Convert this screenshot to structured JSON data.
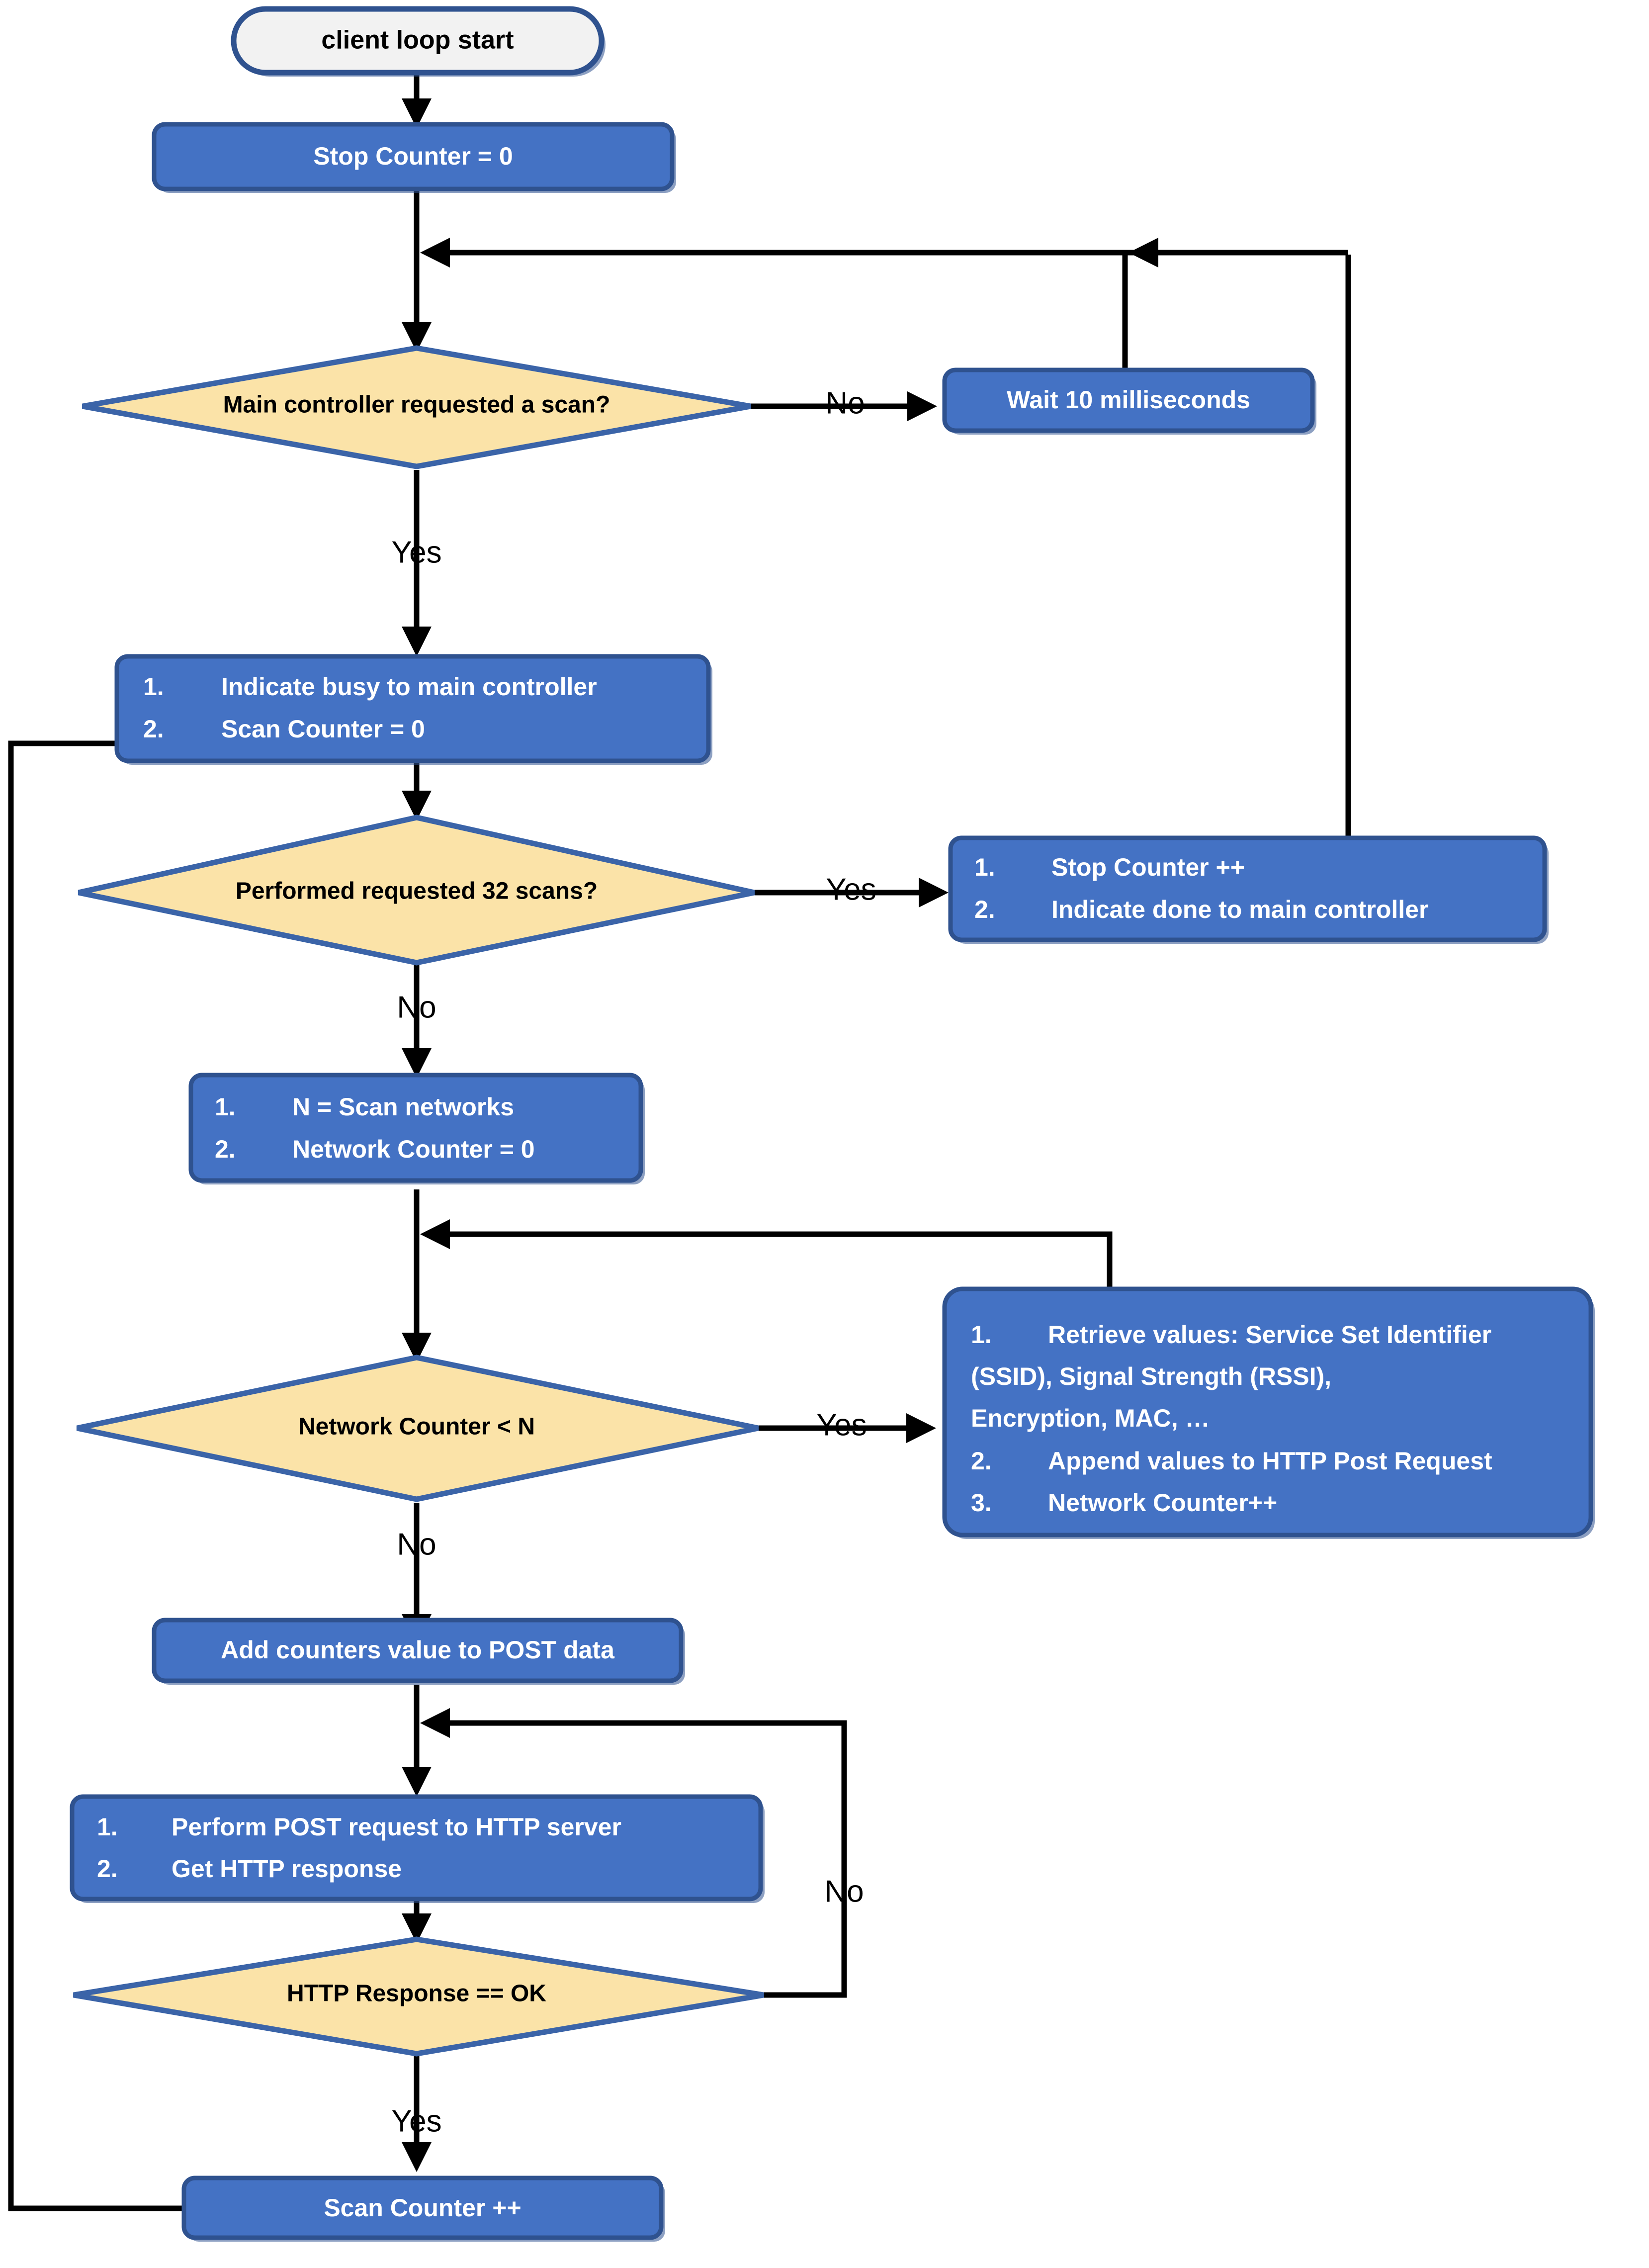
{
  "diagram": {
    "title": "client loop flowchart",
    "colors": {
      "process_fill": "#4472C4",
      "process_border": "#2F528F",
      "decision_fill": "#FBE3A8",
      "decision_border": "#3B64A8",
      "terminator_fill": "#F2F2F2",
      "terminator_border": "#2F528F",
      "connector": "#000000",
      "process_text": "#FFFFFF",
      "decision_text": "#000000"
    }
  },
  "nodes": {
    "start": {
      "type": "terminator",
      "label": "client loop start"
    },
    "stop_counter_init": {
      "type": "process",
      "label": "Stop Counter = 0"
    },
    "decision_scan_requested": {
      "type": "decision",
      "label": "Main controller requested a scan?"
    },
    "wait": {
      "type": "process",
      "label": "Wait 10 milliseconds"
    },
    "indicate_busy": {
      "type": "process",
      "items": [
        {
          "num": "1.",
          "text": "Indicate busy to main controller"
        },
        {
          "num": "2.",
          "text": "Scan Counter = 0"
        }
      ]
    },
    "decision_32_scans": {
      "type": "decision",
      "label": "Performed requested 32 scans?"
    },
    "stop_counter_inc": {
      "type": "process",
      "items": [
        {
          "num": "1.",
          "text": "Stop Counter ++"
        },
        {
          "num": "2.",
          "text": "Indicate done to main controller"
        }
      ]
    },
    "scan_networks": {
      "type": "process",
      "items": [
        {
          "num": "1.",
          "text": "N = Scan networks"
        },
        {
          "num": "2.",
          "text": "Network Counter = 0"
        }
      ]
    },
    "decision_network_counter": {
      "type": "decision",
      "label": "Network Counter < N"
    },
    "retrieve_values": {
      "type": "process",
      "items": [
        {
          "num": "1.",
          "lines": [
            "Retrieve values: Service  Set Identifier",
            "(SSID), Signal Strength (RSSI),",
            "Encryption, MAC, …"
          ]
        },
        {
          "num": "2.",
          "lines": [
            "Append values to HTTP Post Request"
          ]
        },
        {
          "num": "3.",
          "lines": [
            "Network Counter++"
          ]
        }
      ]
    },
    "add_counters": {
      "type": "process",
      "label": "Add counters value to POST data"
    },
    "post_request": {
      "type": "process",
      "items": [
        {
          "num": "1.",
          "text": "Perform POST request to HTTP server"
        },
        {
          "num": "2.",
          "text": "Get HTTP response"
        }
      ]
    },
    "decision_http_ok": {
      "type": "decision",
      "label": "HTTP Response == OK"
    },
    "scan_counter_inc": {
      "type": "process",
      "label": "Scan Counter ++"
    }
  },
  "edge_labels": {
    "scan_requested_no": "No",
    "scan_requested_yes": "Yes",
    "scans32_yes": "Yes",
    "scans32_no": "No",
    "network_counter_yes": "Yes",
    "network_counter_no": "No",
    "http_ok_no": "No",
    "http_ok_yes": "Yes"
  }
}
